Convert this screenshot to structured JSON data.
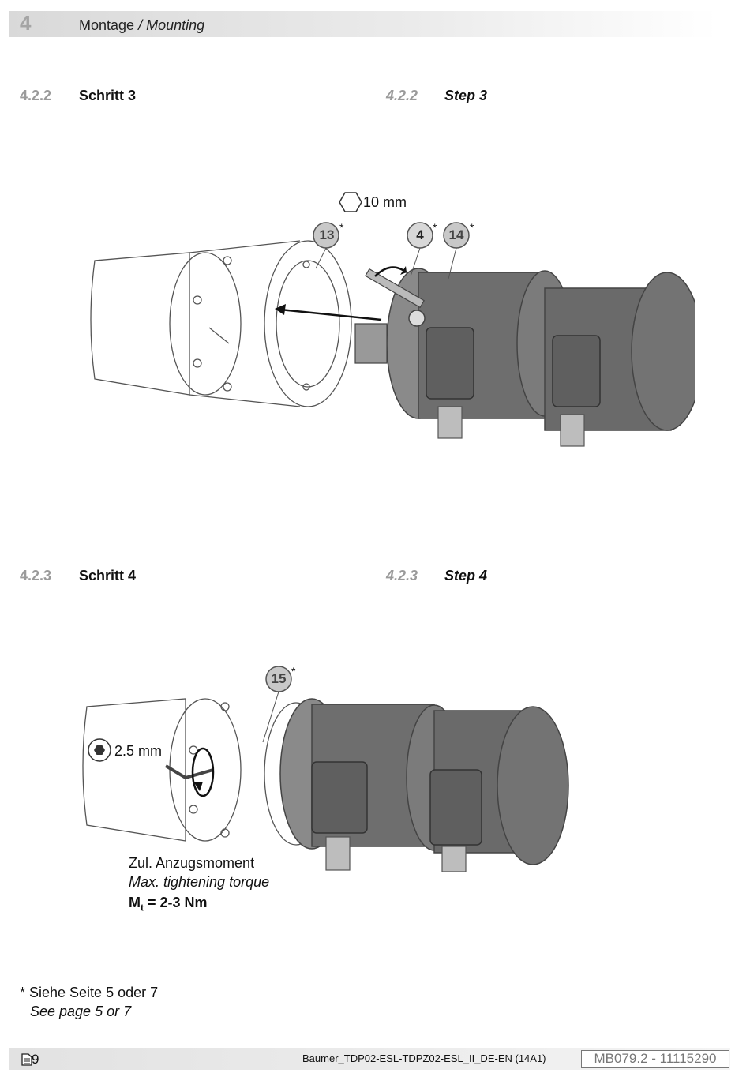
{
  "header": {
    "chapter_number": "4",
    "chapter_title": "Montage",
    "chapter_title_en": "/ Mounting"
  },
  "section_step3": {
    "number": "4.2.2",
    "title_de": "Schritt 3",
    "title_en": "Step 3"
  },
  "section_step4": {
    "number": "4.2.3",
    "title_de": "Schritt 4",
    "title_en": "Step 4"
  },
  "figure1": {
    "wrench_size": "10 mm",
    "callouts": [
      "13",
      "4",
      "14"
    ],
    "asterisk": "*"
  },
  "figure2": {
    "key_size": "2.5 mm",
    "callout": "15",
    "asterisk": "*",
    "torque_de": "Zul. Anzugsmoment",
    "torque_en": "Max. tightening torque",
    "torque_symbol": "M",
    "torque_sub": "t",
    "torque_value": " = 2-3 Nm"
  },
  "footnote": {
    "de": "* Siehe Seite 5 oder 7",
    "en": "See page 5 or 7"
  },
  "footer": {
    "page": "9",
    "document_name": "Baumer_TDP02-ESL-TDPZ02-ESL_II_DE-EN (14A1)",
    "document_id": "MB079.2 - 11115290"
  }
}
